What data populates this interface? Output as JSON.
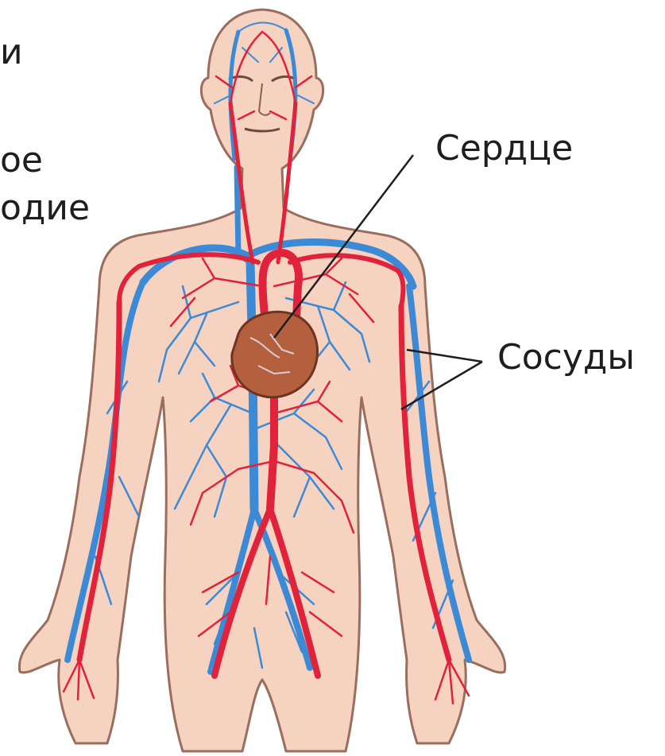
{
  "labels": {
    "heart": "Сердце",
    "vessels": "Сосуды",
    "cropped_fragments": [
      "и",
      "ое",
      "одие"
    ]
  },
  "colors": {
    "skin": "#f6d2c0",
    "skin_outline": "#9a6e5e",
    "artery": "#e0223a",
    "vein": "#3c8ad6",
    "heart": "#b4603e",
    "text": "#1e1e1e"
  }
}
